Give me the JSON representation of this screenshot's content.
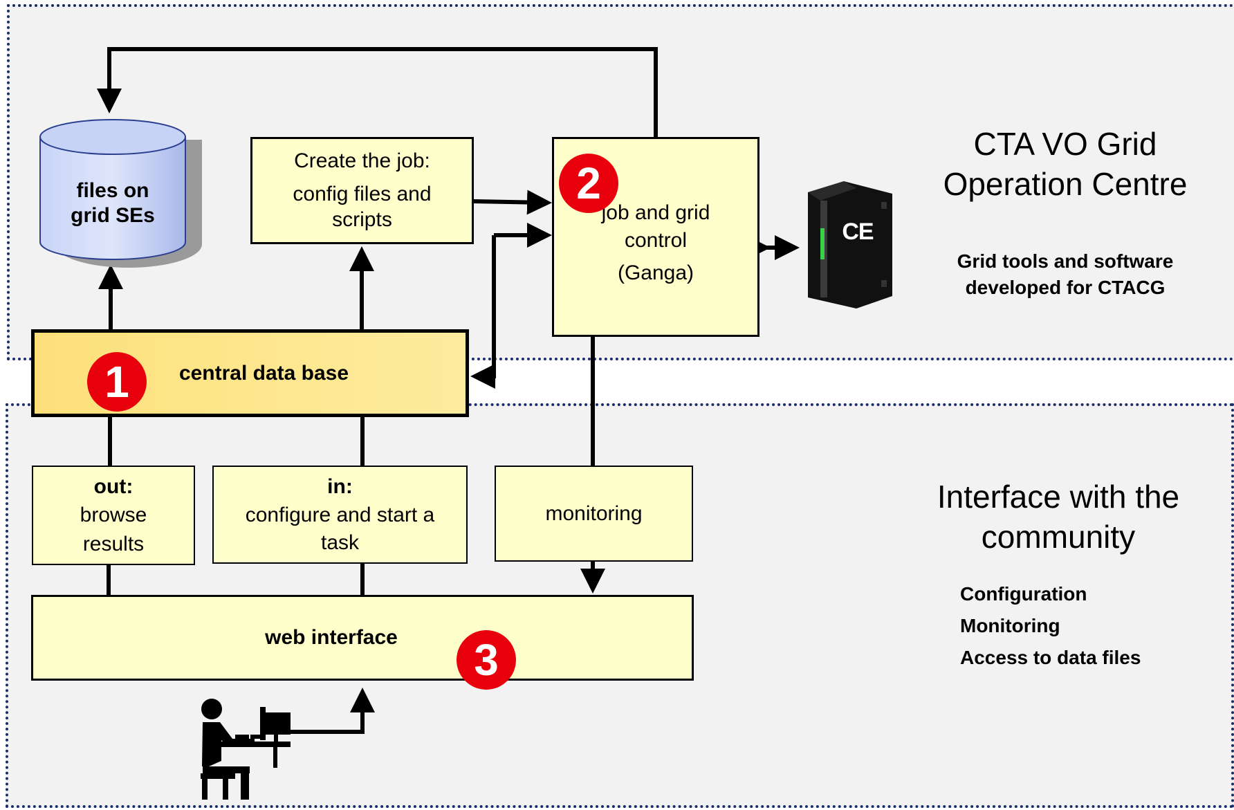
{
  "zones": {
    "grid": {
      "title_line1": "CTA VO Grid",
      "title_line2": "Operation Centre",
      "subtitle_line1": "Grid tools and software",
      "subtitle_line2": "developed for CTACG"
    },
    "community": {
      "title_line1": "Interface with the",
      "title_line2": "community",
      "items": [
        "Configuration",
        "Monitoring",
        "Access to data files"
      ]
    }
  },
  "nodes": {
    "storage": {
      "line1": "files on",
      "line2": "grid SEs"
    },
    "create_job": {
      "line1": "Create the job:",
      "line2": "config files and",
      "line3": "scripts"
    },
    "job_control": {
      "line1": "job and grid",
      "line2": "control",
      "line3": "(Ganga)"
    },
    "compute_element": {
      "label": "CE"
    },
    "central_db": {
      "label": "central data base"
    },
    "out_box": {
      "title": "out:",
      "line1": "browse",
      "line2": "results"
    },
    "in_box": {
      "title": "in:",
      "line1": "configure and start a",
      "line2": "task"
    },
    "monitoring_box": {
      "label": "monitoring"
    },
    "web_interface": {
      "label": "web interface"
    }
  },
  "badges": {
    "one": "1",
    "two": "2",
    "three": "3"
  },
  "colors": {
    "box_fill": "#ffffcc",
    "central_db_fill": "#fde98a",
    "badge": "#e8000c",
    "zone_border": "#1a2d6b",
    "zone_fill": "#f2f2f2",
    "cylinder_fill": "#b8c6f0"
  }
}
